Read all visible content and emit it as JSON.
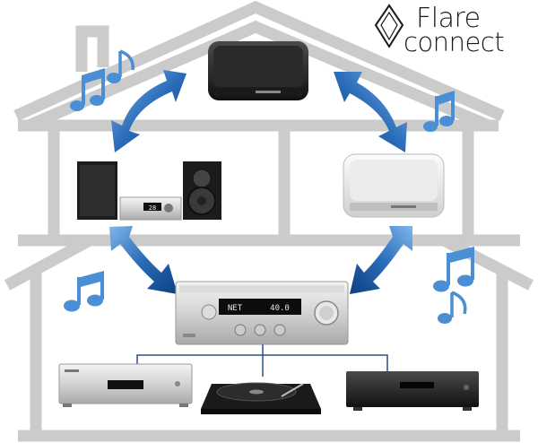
{
  "logo": {
    "line1": "Flare",
    "line2": "connect",
    "icon": "diamond-logo-icon"
  },
  "devices": [
    {
      "id": "wireless-speaker-top",
      "icon": "wireless-speaker-icon",
      "finish": "black"
    },
    {
      "id": "mini-system",
      "icon": "mini-hifi-system-icon",
      "display": "28"
    },
    {
      "id": "wireless-speaker-white",
      "icon": "wireless-speaker-icon",
      "finish": "white"
    },
    {
      "id": "network-receiver",
      "icon": "network-receiver-icon",
      "display_left": "NET",
      "display_right": "40.0"
    },
    {
      "id": "cd-player",
      "icon": "cd-player-icon"
    },
    {
      "id": "turntable",
      "icon": "turntable-icon"
    },
    {
      "id": "bluray-player",
      "icon": "bluray-player-icon"
    }
  ],
  "colors": {
    "house": "#c9c9c9",
    "arrow": "#1f5fa8",
    "arrow_light": "#6aa7e0",
    "note": "#4a8fd6",
    "line": "#2b4f86"
  }
}
